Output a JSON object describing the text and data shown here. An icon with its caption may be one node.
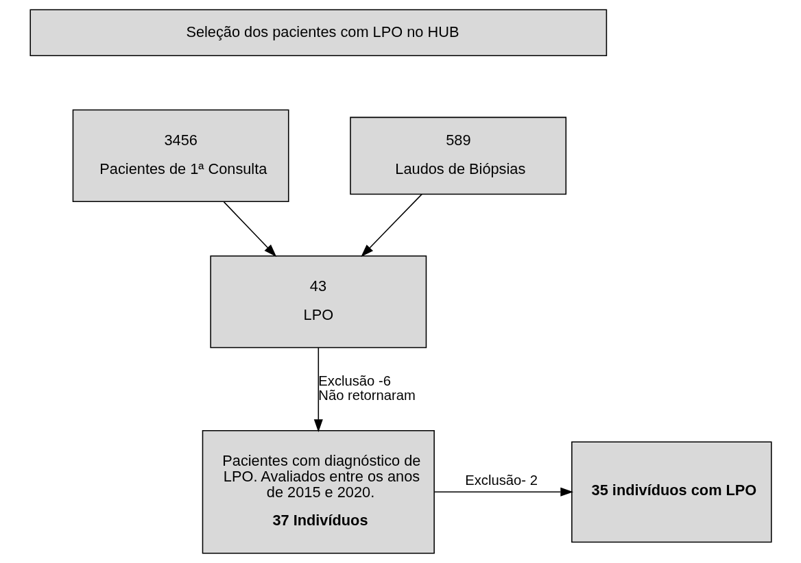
{
  "diagram": {
    "nodes": [
      {
        "text": [
          "Seleção dos pacientes com LPO no HUB"
        ]
      },
      {
        "text": [
          "3456",
          "Pacientes de 1ª Consulta"
        ]
      },
      {
        "text": [
          "589",
          "Laudos de Biópsias"
        ]
      },
      {
        "text": [
          "43",
          "LPO"
        ]
      },
      {
        "text": [
          "Pacientes com diagnóstico de LPO. Avaliados entre os anos de 2015 e 2020.",
          "37 Indivíduos"
        ]
      },
      {
        "text": [
          "35 indivíduos com LPO"
        ]
      }
    ],
    "edges": [
      {
        "from": 1,
        "to": 3,
        "arrow": "to"
      },
      {
        "from": 2,
        "to": 3,
        "arrow": "to"
      },
      {
        "from": 3,
        "to": 4,
        "arrow": "to",
        "label": "Exclusão -6 Não retornaram"
      },
      {
        "from": 4,
        "to": 5,
        "arrow": "to",
        "label": "Exclusão- 2"
      }
    ]
  }
}
